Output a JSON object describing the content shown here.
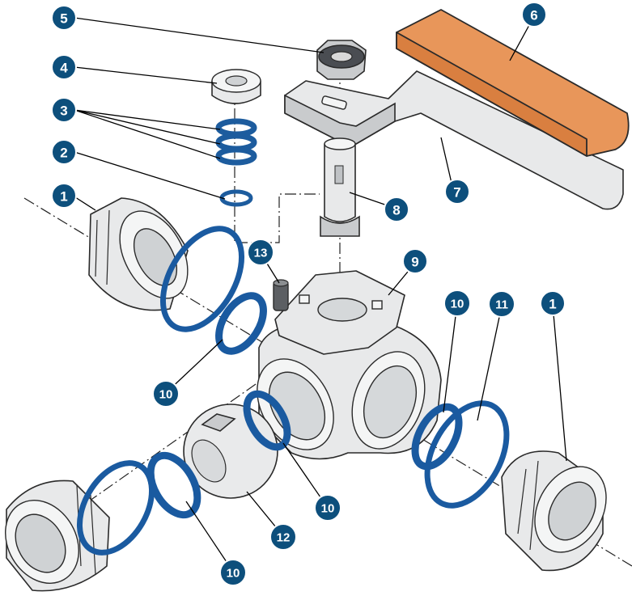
{
  "figure": {
    "style": {
      "badge_color": "#0d4f7c",
      "seal_color": "#1a5aa0",
      "handle_grip_color": "#e8965a",
      "metal_color": "#e8e9ea"
    },
    "callouts": [
      {
        "id": "c1a",
        "label": "1"
      },
      {
        "id": "c1b",
        "label": "1"
      },
      {
        "id": "c2",
        "label": "2"
      },
      {
        "id": "c3",
        "label": "3"
      },
      {
        "id": "c4",
        "label": "4"
      },
      {
        "id": "c5",
        "label": "5"
      },
      {
        "id": "c6",
        "label": "6"
      },
      {
        "id": "c7",
        "label": "7"
      },
      {
        "id": "c8",
        "label": "8"
      },
      {
        "id": "c9",
        "label": "9"
      },
      {
        "id": "c10a",
        "label": "10"
      },
      {
        "id": "c10b",
        "label": "10"
      },
      {
        "id": "c10c",
        "label": "10"
      },
      {
        "id": "c10d",
        "label": "10"
      },
      {
        "id": "c11",
        "label": "11"
      },
      {
        "id": "c12",
        "label": "12"
      },
      {
        "id": "c13",
        "label": "13"
      }
    ]
  }
}
